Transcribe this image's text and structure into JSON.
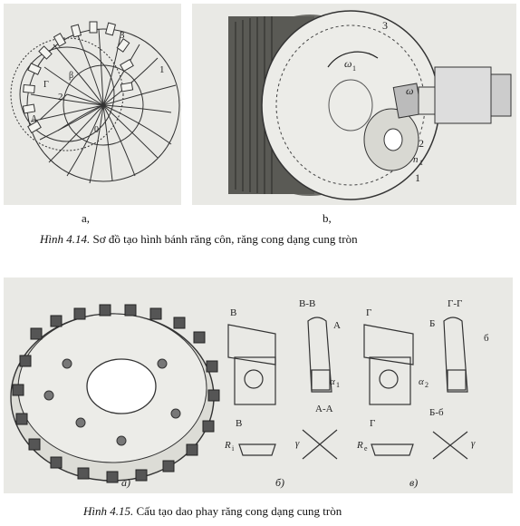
{
  "figure_414": {
    "panel_a": {
      "label": "a,",
      "marks": [
        "1",
        "2",
        "3",
        "A",
        "Г",
        "β",
        "0"
      ]
    },
    "panel_b": {
      "label": "b,",
      "marks": [
        "3",
        "ω1",
        "ω",
        "2",
        "n1",
        "1"
      ]
    },
    "caption_prefix": "Hình 4.14.",
    "caption_text": "Sơ đồ tạo hình bánh răng côn, răng cong dạng cung tròn"
  },
  "figure_415": {
    "panel_a_label": "а)",
    "panel_b_label": "б)",
    "panel_c_label": "в)",
    "section_labels": [
      "В",
      "В-В",
      "А",
      "A-A",
      "В",
      "Г",
      "Г-Г",
      "Б",
      "Б-б",
      "Г"
    ],
    "symbols": [
      "α1",
      "α2",
      "γ",
      "γ",
      "Ri",
      "Re"
    ],
    "caption_prefix": "Hình 4.15.",
    "caption_text": "Cấu tạo dao phay răng cong dạng cung tròn"
  },
  "colors": {
    "scan_bg": "#e9e9e5",
    "ink": "#333333"
  }
}
